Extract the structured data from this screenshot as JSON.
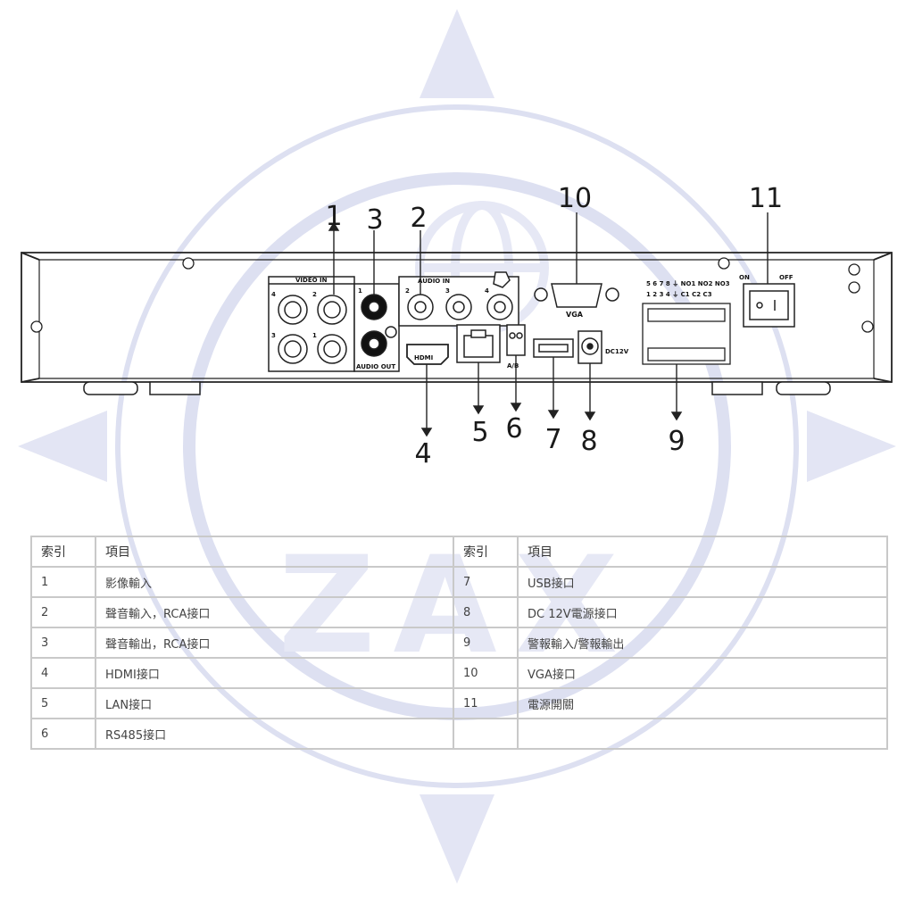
{
  "watermark": {
    "text": "ZAX"
  },
  "diagram": {
    "callouts": [
      "1",
      "2",
      "3",
      "4",
      "5",
      "6",
      "7",
      "8",
      "9",
      "10",
      "11"
    ],
    "labels": {
      "video_in": "VIDEO IN",
      "audio_in": "AUDIO IN",
      "audio_out": "AUDIO OUT",
      "hdmi": "HDMI",
      "ab": "A/B",
      "vga": "VGA",
      "dc12v": "DC12V",
      "on": "ON",
      "off": "OFF",
      "alarm_top": "5 6 7 8 ⏚ NO1 NO2 NO3",
      "alarm_bottom": "1 2 3 4 ⏚ C1 C2 C3",
      "video_ch": [
        "4",
        "2",
        "3",
        "1"
      ],
      "audio_ch": [
        "1",
        "2",
        "3",
        "4"
      ]
    }
  },
  "legend": {
    "headers": {
      "index": "索引",
      "item": "項目"
    },
    "rows": [
      {
        "left_index": "1",
        "left_item": "影像輸入",
        "right_index": "7",
        "right_item": "USB接口"
      },
      {
        "left_index": "2",
        "left_item": "聲音輸入，RCA接口",
        "right_index": "8",
        "right_item": "DC 12V電源接口"
      },
      {
        "left_index": "3",
        "left_item": "聲音輸出，RCA接口",
        "right_index": "9",
        "right_item": "警報輸入/警報輸出"
      },
      {
        "left_index": "4",
        "left_item": "HDMI接口",
        "right_index": "10",
        "right_item": "VGA接口"
      },
      {
        "left_index": "5",
        "left_item": "LAN接口",
        "right_index": "11",
        "right_item": "電源開關"
      },
      {
        "left_index": "6",
        "left_item": "RS485接口",
        "right_index": "",
        "right_item": ""
      }
    ]
  }
}
